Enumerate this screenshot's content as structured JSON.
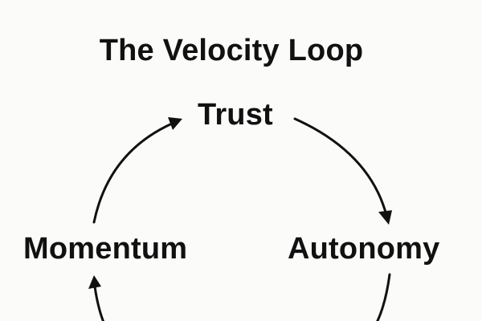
{
  "diagram": {
    "title": "The Velocity Loop",
    "nodes": {
      "trust": "Trust",
      "autonomy": "Autonomy",
      "momentum": "Momentum"
    },
    "edges": [
      {
        "from": "Trust",
        "to": "Autonomy"
      },
      {
        "from": "Autonomy",
        "to": "Momentum"
      },
      {
        "from": "Momentum",
        "to": "Trust"
      }
    ],
    "colors": {
      "background": "#fbfbf9",
      "ink": "#111111"
    }
  }
}
